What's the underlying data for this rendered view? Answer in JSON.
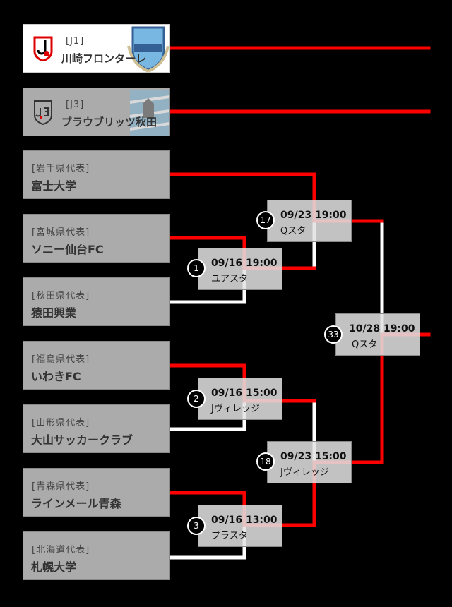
{
  "teams": [
    {
      "tag": "[J1]",
      "name": "川崎フロンターレ",
      "seed": true
    },
    {
      "tag": "[J3]",
      "name": "ブラウブリッツ秋田",
      "seed": true
    },
    {
      "tag": "[岩手県代表]",
      "name": "富士大学"
    },
    {
      "tag": "[宮城県代表]",
      "name": "ソニー仙台FC"
    },
    {
      "tag": "[秋田県代表]",
      "name": "猿田興業"
    },
    {
      "tag": "[福島県代表]",
      "name": "いわきFC"
    },
    {
      "tag": "[山形県代表]",
      "name": "大山サッカークラブ"
    },
    {
      "tag": "[青森県代表]",
      "name": "ラインメール青森"
    },
    {
      "tag": "[北海道代表]",
      "name": "札幌大学"
    }
  ],
  "matches": [
    {
      "number": "1",
      "datetime": "09/16 19:00",
      "venue": "ユアスタ"
    },
    {
      "number": "2",
      "datetime": "09/16 15:00",
      "venue": "Jヴィレッジ"
    },
    {
      "number": "3",
      "datetime": "09/16 13:00",
      "venue": "プラスタ"
    },
    {
      "number": "17",
      "datetime": "09/23 19:00",
      "venue": "Qスタ"
    },
    {
      "number": "18",
      "datetime": "09/23 15:00",
      "venue": "Jヴィレッジ"
    },
    {
      "number": "33",
      "datetime": "10/28 19:00",
      "venue": "Qスタ"
    }
  ],
  "colors": {
    "winner_line": "#ff0000",
    "loser_line": "#ffffff",
    "team_box": "#ababab",
    "match_box": "#e2e2e2"
  }
}
